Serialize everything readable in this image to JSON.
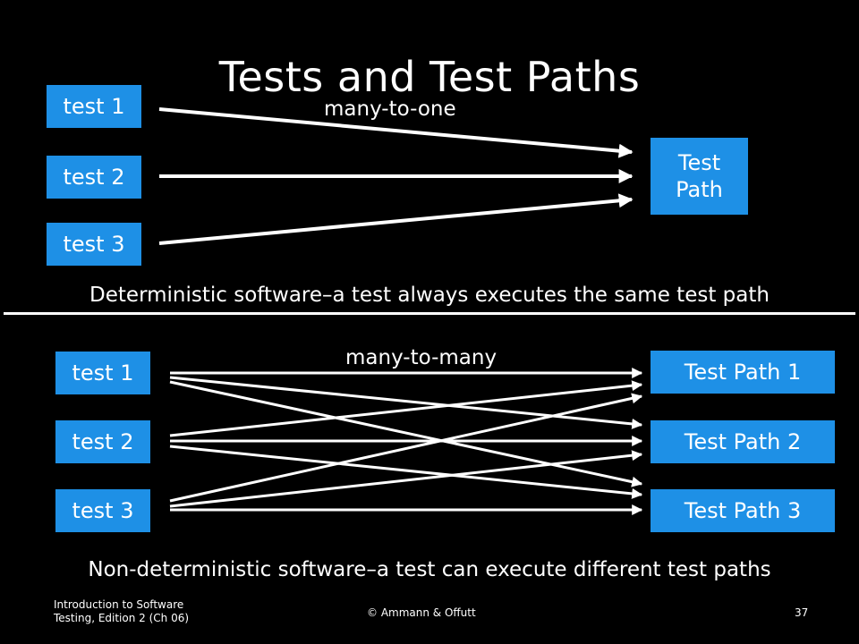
{
  "slide": {
    "title": "Tests and Test Paths",
    "top": {
      "tests": [
        "test 1",
        "test 2",
        "test 3"
      ],
      "relation_label": "many-to-one",
      "target_line1": "Test",
      "target_line2": "Path",
      "caption": "Deterministic software–a test always executes the same test path"
    },
    "bottom": {
      "tests": [
        "test 1",
        "test 2",
        "test 3"
      ],
      "relation_label": "many-to-many",
      "paths": [
        "Test Path 1",
        "Test Path 2",
        "Test Path 3"
      ],
      "caption": "Non-deterministic software–a test can execute different test paths"
    },
    "footer": {
      "source_line1": "Introduction to Software",
      "source_line2": "Testing, Edition 2  (Ch 06)",
      "copyright": "© Ammann & Offutt",
      "page_number": "37"
    }
  },
  "colors": {
    "background": "#000000",
    "box": "#1e90e6",
    "text": "#ffffff"
  }
}
